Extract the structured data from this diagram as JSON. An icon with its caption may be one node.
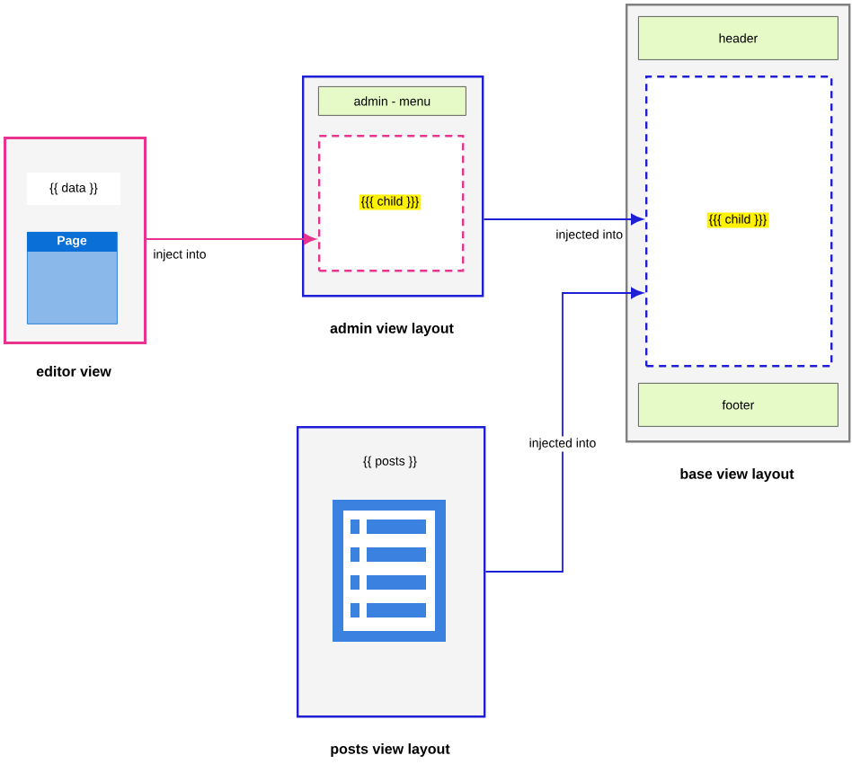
{
  "diagram": {
    "nodes": [
      {
        "text": [
          "{{ data }}"
        ],
        "beside": [
          "editor view"
        ]
      },
      {
        "text": [
          "Page"
        ],
        "in": 0
      },
      {
        "text": [],
        "shape": "box",
        "beside": [
          "admin view layout"
        ]
      },
      {
        "text": [
          "admin - menu"
        ],
        "in": 2
      },
      {
        "text": [
          "{{{ child }}}"
        ],
        "in": 2
      },
      {
        "text": [],
        "shape": "box",
        "beside": [
          "base view layout"
        ]
      },
      {
        "text": [
          "header"
        ],
        "in": 5
      },
      {
        "text": [
          "{{{ child }}}"
        ],
        "in": 5
      },
      {
        "text": [
          "footer"
        ],
        "in": 5
      },
      {
        "text": [
          "{{ posts }}"
        ],
        "beside": [
          "posts view layout"
        ]
      }
    ],
    "edges": [
      {
        "from": 0,
        "to": 4,
        "arrow": "to",
        "label": "inject into",
        "color": "#e8338f"
      },
      {
        "from": 2,
        "to": 7,
        "arrow": "to",
        "label": "injected into"
      },
      {
        "from": 9,
        "to": 7,
        "arrow": "to",
        "label": "injected into"
      }
    ]
  }
}
